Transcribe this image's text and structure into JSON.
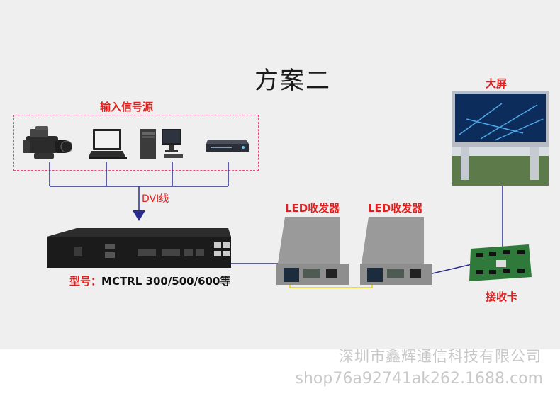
{
  "title": "方案二",
  "input_group_label": "输入信号源",
  "dvi_label": "DVI线",
  "model": {
    "prefix": "型号：",
    "value": "MCTRL 300/500/600等"
  },
  "transceivers": [
    {
      "label": "LED收发器"
    },
    {
      "label": "LED收发器"
    }
  ],
  "screen_label": "大屏",
  "receiver_label": "接收卡",
  "devices": [
    {
      "icon": "video-camera-icon"
    },
    {
      "icon": "laptop-icon"
    },
    {
      "icon": "desktop-computer-icon"
    },
    {
      "icon": "media-player-icon"
    }
  ],
  "watermark": {
    "company": "深圳市鑫辉通信科技有限公司",
    "shop": "shop76a92741ak262.1688.com"
  },
  "colors": {
    "label_red": "#e0201e",
    "wire_blue": "#2a2d8f",
    "fiber_yellow": "#e6d23a",
    "dashed_pink": "#e8457a"
  }
}
